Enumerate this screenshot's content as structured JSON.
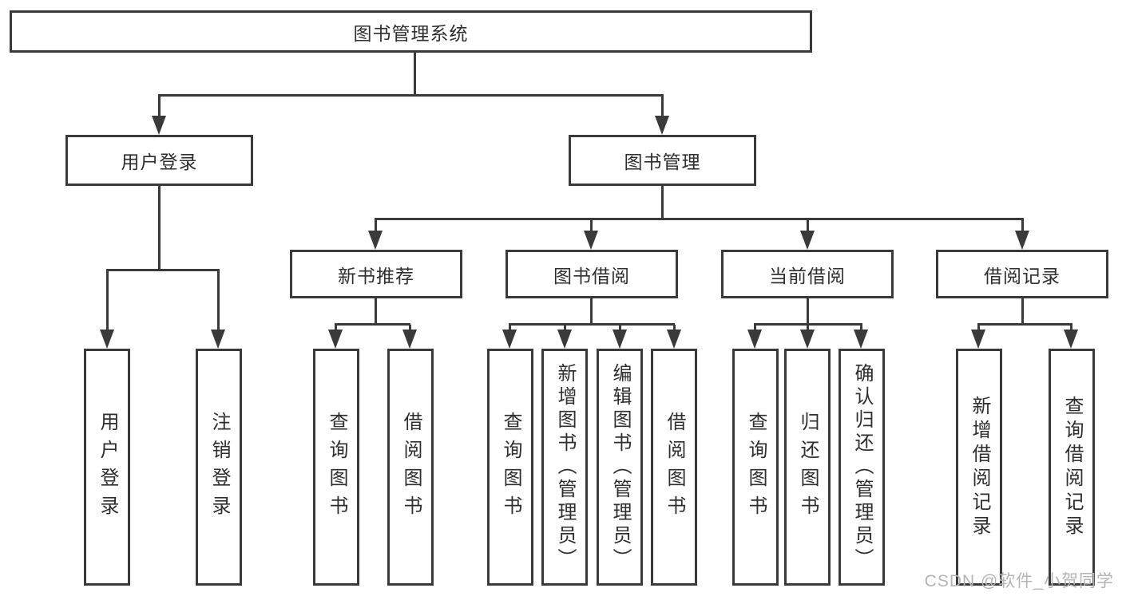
{
  "diagram": {
    "root": {
      "label": "图书管理系统"
    },
    "level2": [
      {
        "id": "user-login",
        "label": "用户登录"
      },
      {
        "id": "book-management",
        "label": "图书管理"
      }
    ],
    "level3": [
      {
        "id": "new-book-recommend",
        "label": "新书推荐"
      },
      {
        "id": "book-borrow",
        "label": "图书借阅"
      },
      {
        "id": "current-borrow",
        "label": "当前借阅"
      },
      {
        "id": "borrow-records",
        "label": "借阅记录"
      }
    ],
    "leaves": [
      {
        "group": "user-login",
        "label": "用户登录"
      },
      {
        "group": "user-login",
        "label": "注销登录"
      },
      {
        "group": "new-book-recommend",
        "label": "查询图书"
      },
      {
        "group": "new-book-recommend",
        "label": "借阅图书"
      },
      {
        "group": "book-borrow",
        "label": "查询图书"
      },
      {
        "group": "book-borrow",
        "label": "新增图书（管理员）"
      },
      {
        "group": "book-borrow",
        "label": "编辑图书（管理员）"
      },
      {
        "group": "book-borrow",
        "label": "借阅图书"
      },
      {
        "group": "current-borrow",
        "label": "查询图书"
      },
      {
        "group": "current-borrow",
        "label": "归还图书"
      },
      {
        "group": "current-borrow",
        "label": "确认归还（管理员）"
      },
      {
        "group": "borrow-records",
        "label": "新增借阅记录"
      },
      {
        "group": "borrow-records",
        "label": "查询借阅记录"
      }
    ]
  },
  "watermark": "CSDN @软件_小贺同学",
  "colors": {
    "line": "#3a3a3a",
    "text": "#2e2e2e",
    "background": "#ffffff",
    "watermark": "#b4b4b4"
  }
}
